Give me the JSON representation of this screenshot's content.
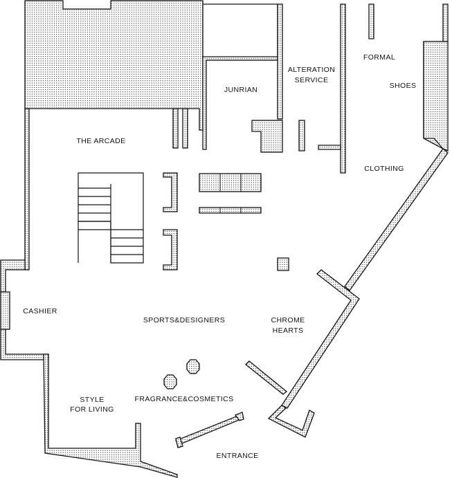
{
  "floor_plan": {
    "labels": {
      "the_arcade": "THE ARCADE",
      "junrian": "JUNRIAN",
      "alteration_line1": "ALTERATION",
      "alteration_line2": "SERVICE",
      "formal": "FORMAL",
      "shoes": "SHOES",
      "clothing": "CLOTHING",
      "cashier": "CASHIER",
      "sports_designers": "SPORTS&DESIGNERS",
      "chrome_line1": "CHROME",
      "chrome_line2": "HEARTS",
      "style_line1": "STYLE",
      "style_line2": "FOR LIVING",
      "fragrance_cosmetics": "FRAGRANCE&COSMETICS",
      "entrance": "ENTRANCE"
    },
    "colors": {
      "line": "#111111",
      "background": "#ffffff",
      "wall_dot": "#111111"
    }
  }
}
